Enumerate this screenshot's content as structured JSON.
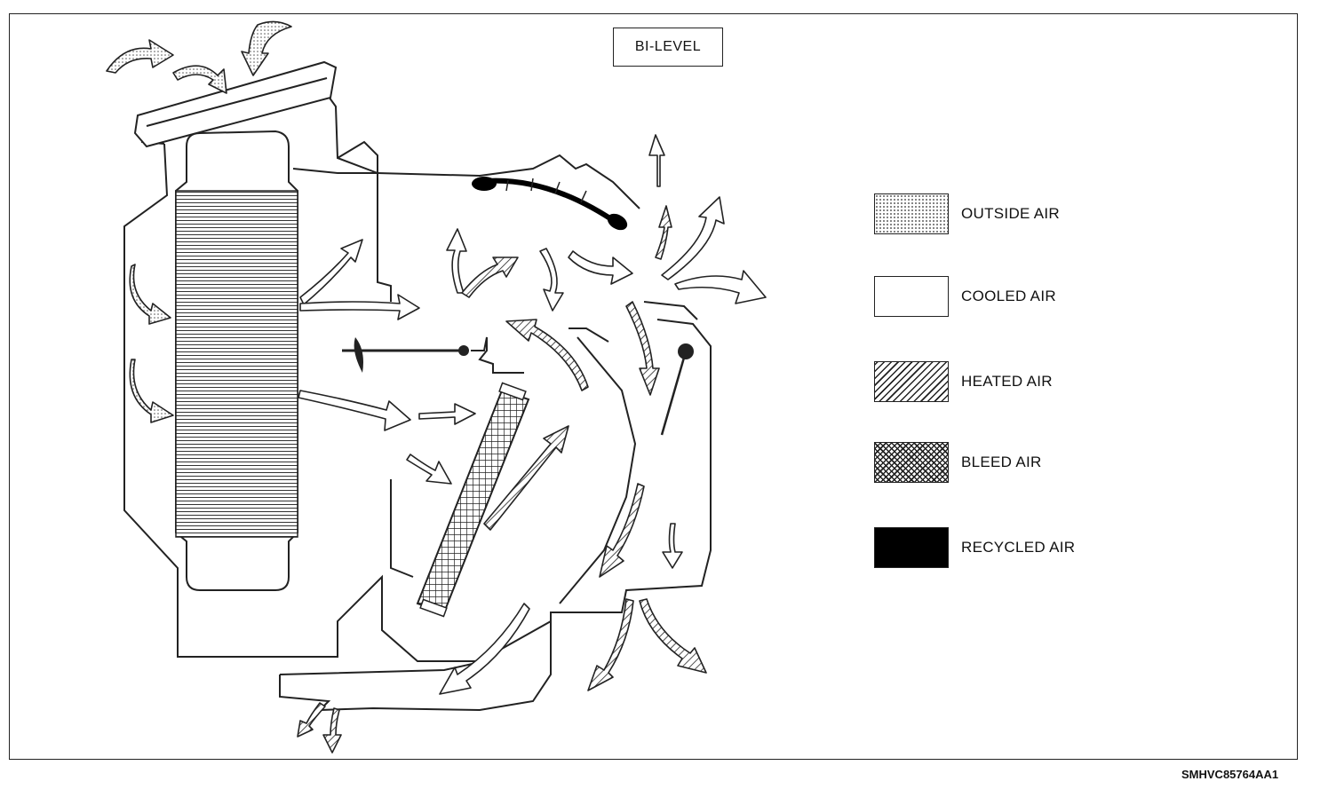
{
  "title": "BI-LEVEL",
  "legend": [
    {
      "label": "OUTSIDE AIR",
      "pattern": "dotted"
    },
    {
      "label": "COOLED AIR",
      "pattern": "plain"
    },
    {
      "label": "HEATED AIR",
      "pattern": "diagonal-hatch"
    },
    {
      "label": "BLEED AIR",
      "pattern": "cross-hatch"
    },
    {
      "label": "RECYCLED AIR",
      "pattern": "solid-black"
    }
  ],
  "figure_id": "SMHVC85764AA1"
}
